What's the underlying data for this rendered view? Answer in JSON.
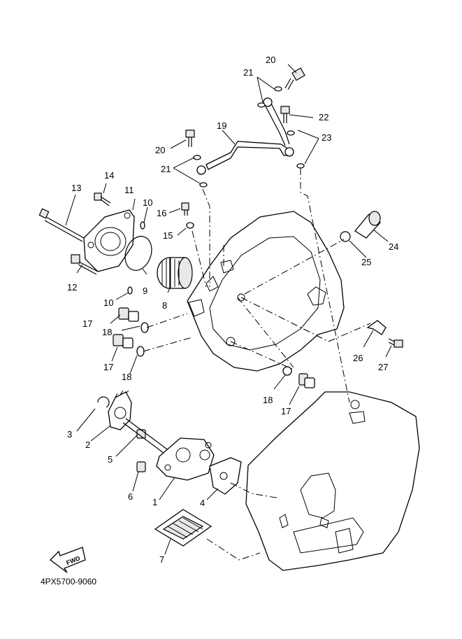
{
  "callouts": {
    "c1": "1",
    "c2": "2",
    "c3": "3",
    "c4": "4",
    "c5": "5",
    "c6": "6",
    "c7": "7",
    "c8": "8",
    "c9": "9",
    "c10a": "10",
    "c10b": "10",
    "c11": "11",
    "c12": "12",
    "c13": "13",
    "c14": "14",
    "c15": "15",
    "c16": "16",
    "c17a": "17",
    "c17b": "17",
    "c17c": "17",
    "c18a": "18",
    "c18b": "18",
    "c18c": "18",
    "c19": "19",
    "c20a": "20",
    "c20b": "20",
    "c21a": "21",
    "c21b": "21",
    "c22": "22",
    "c23": "23",
    "c24": "24",
    "c25": "25",
    "c26": "26",
    "c27": "27"
  },
  "diagram_code": "4PX5700-9060",
  "fwd_label": "FWD"
}
